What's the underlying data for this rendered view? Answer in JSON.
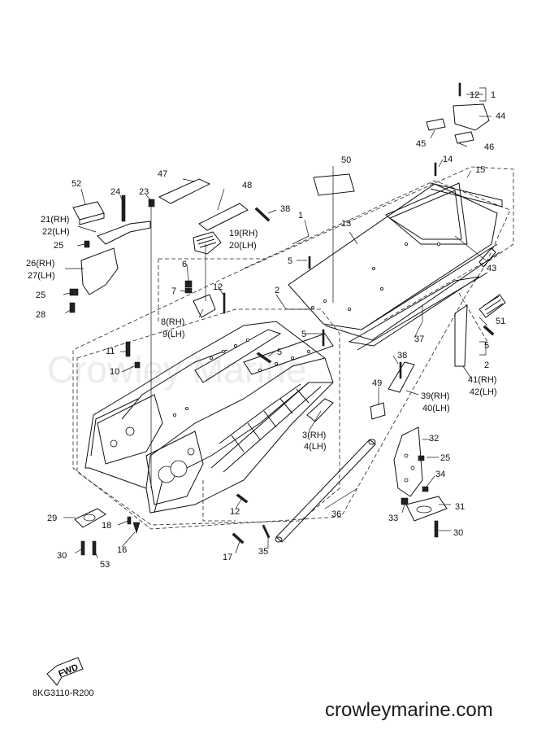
{
  "watermark": "Crowley Marine",
  "website": "crowleymarine.com",
  "diagram_code": "8KG3110-R200",
  "fwd_label": "FWD",
  "callouts": [
    {
      "id": "c1",
      "text": "1"
    },
    {
      "id": "c12a",
      "text": "12"
    },
    {
      "id": "c44",
      "text": "44"
    },
    {
      "id": "c45",
      "text": "45"
    },
    {
      "id": "c46",
      "text": "46"
    },
    {
      "id": "c14",
      "text": "14"
    },
    {
      "id": "c15",
      "text": "15"
    },
    {
      "id": "c50",
      "text": "50"
    },
    {
      "id": "c47",
      "text": "47"
    },
    {
      "id": "c48",
      "text": "48"
    },
    {
      "id": "c52",
      "text": "52"
    },
    {
      "id": "c24",
      "text": "24"
    },
    {
      "id": "c23",
      "text": "23"
    },
    {
      "id": "c38a",
      "text": "38"
    },
    {
      "id": "c1b",
      "text": "1"
    },
    {
      "id": "c13",
      "text": "13"
    },
    {
      "id": "c21",
      "text": "21(RH)"
    },
    {
      "id": "c22",
      "text": "22(LH)"
    },
    {
      "id": "c19",
      "text": "19(RH)"
    },
    {
      "id": "c20",
      "text": "20(LH)"
    },
    {
      "id": "c25a",
      "text": "25"
    },
    {
      "id": "c5a",
      "text": "5"
    },
    {
      "id": "c26",
      "text": "26(RH)"
    },
    {
      "id": "c27",
      "text": "27(LH)"
    },
    {
      "id": "c6",
      "text": "6"
    },
    {
      "id": "c43",
      "text": "43"
    },
    {
      "id": "c2a",
      "text": "2"
    },
    {
      "id": "c12b",
      "text": "12"
    },
    {
      "id": "c7",
      "text": "7"
    },
    {
      "id": "c25b",
      "text": "25"
    },
    {
      "id": "c28",
      "text": "28"
    },
    {
      "id": "c8",
      "text": "8(RH)"
    },
    {
      "id": "c9",
      "text": "9(LH)"
    },
    {
      "id": "c51",
      "text": "51"
    },
    {
      "id": "c37",
      "text": "37"
    },
    {
      "id": "c5b",
      "text": "5"
    },
    {
      "id": "c11",
      "text": "11"
    },
    {
      "id": "c5c",
      "text": "5"
    },
    {
      "id": "c5d",
      "text": "5"
    },
    {
      "id": "c2b",
      "text": "2"
    },
    {
      "id": "c10",
      "text": "10"
    },
    {
      "id": "c38b",
      "text": "38"
    },
    {
      "id": "c41",
      "text": "41(RH)"
    },
    {
      "id": "c42",
      "text": "42(LH)"
    },
    {
      "id": "c49",
      "text": "49"
    },
    {
      "id": "c39",
      "text": "39(RH)"
    },
    {
      "id": "c40",
      "text": "40(LH)"
    },
    {
      "id": "c3",
      "text": "3(RH)"
    },
    {
      "id": "c4",
      "text": "4(LH)"
    },
    {
      "id": "c32",
      "text": "32"
    },
    {
      "id": "c25c",
      "text": "25"
    },
    {
      "id": "c34",
      "text": "34"
    },
    {
      "id": "c36",
      "text": "36"
    },
    {
      "id": "c12c",
      "text": "12"
    },
    {
      "id": "c29",
      "text": "29"
    },
    {
      "id": "c18",
      "text": "18"
    },
    {
      "id": "c31",
      "text": "31"
    },
    {
      "id": "c33",
      "text": "33"
    },
    {
      "id": "c16",
      "text": "16"
    },
    {
      "id": "c30a",
      "text": "30"
    },
    {
      "id": "c30b",
      "text": "30"
    },
    {
      "id": "c53",
      "text": "53"
    },
    {
      "id": "c17",
      "text": "17"
    },
    {
      "id": "c35",
      "text": "35"
    }
  ]
}
